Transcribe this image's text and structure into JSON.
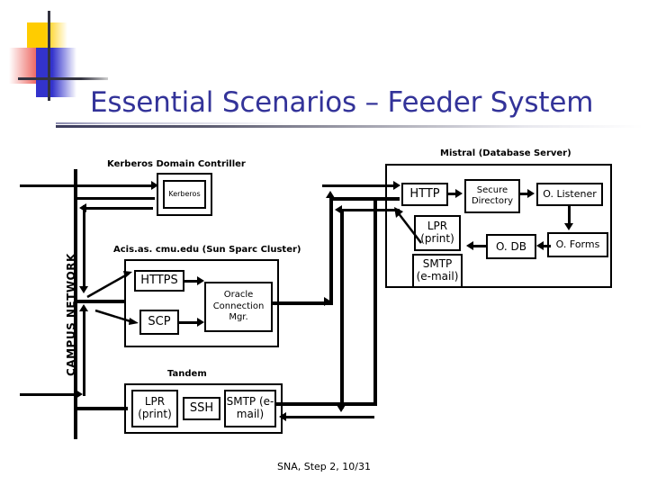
{
  "slide": {
    "title": "Essential Scenarios – Feeder System",
    "title_color": "#333399",
    "footer": "SNA, Step 2, 10/31",
    "decoration": {
      "yellow": "#FFCC00",
      "red": "#E8413A",
      "blue": "#3333CC",
      "crosshair": "#333340"
    }
  },
  "diagram": {
    "network_label": "CAMPUS NETWORK",
    "groups": [
      {
        "id": "kerberos",
        "label": "Kerberos Domain Contriller"
      },
      {
        "id": "acis",
        "label": "Acis.as. cmu.edu (Sun Sparc Cluster)"
      },
      {
        "id": "tandem",
        "label": "Tandem"
      },
      {
        "id": "mistral",
        "label": "Mistral (Database Server)"
      }
    ],
    "nodes": {
      "kerberos": "Kerberos",
      "https": "HTTPS",
      "scp": "SCP",
      "oracle_conn_mgr": "Oracle Connection Mgr.",
      "lpr_tandem": "LPR (print)",
      "ssh": "SSH",
      "smtp_tandem": "SMTP (e-mail)",
      "http": "HTTP",
      "secure_directory": "Secure Directory",
      "o_listener": "O. Listener",
      "o_db": "O. DB",
      "o_forms": "O. Forms",
      "lpr_mistral": "LPR (print)",
      "smtp_mistral": "SMTP (e-mail)"
    }
  }
}
